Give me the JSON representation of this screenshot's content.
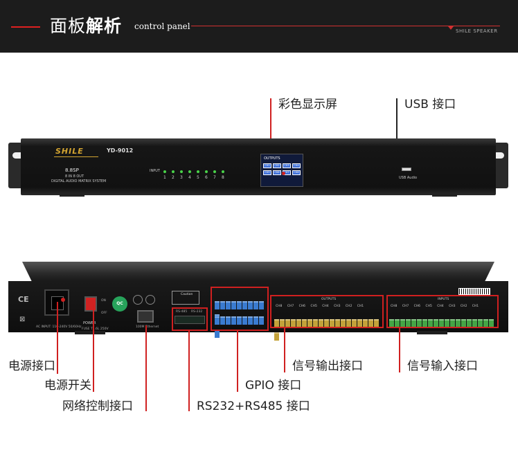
{
  "header": {
    "title_light": "面板",
    "title_bold": "解析",
    "subtitle": "control panel",
    "brand": "SHILE SPEAKER"
  },
  "front": {
    "logo": "SHILE",
    "model": "YD-9012",
    "product": "8.8SP",
    "product_sub": "8 IN 8 OUT",
    "product_desc": "DIGITAL AUDIO MATRIX SYSTEM",
    "input_label": "INPUT",
    "led_numbers": [
      "1",
      "2",
      "3",
      "4",
      "5",
      "6",
      "7",
      "8"
    ],
    "screen_title": "OUTPUTS",
    "screen_channels": [
      "CH1",
      "CH2",
      "CH3",
      "CH4",
      "CH5",
      "CH6",
      "CH7",
      "CH8"
    ],
    "usb_label": "USB Audio"
  },
  "rear": {
    "ce": "CE",
    "weee": "⊠",
    "power_label": "POWER",
    "switch_on": "ON",
    "switch_off": "OFF",
    "ac_spec": "AC INPUT: 110-240V 50/60Hz",
    "fuse_spec": "FUSE T1.6L 250V",
    "qc": "QC",
    "rj45_label": "100M Ethernet",
    "caution": "Caution",
    "serial_labels": [
      "RS-485",
      "RS-232"
    ],
    "outputs_label": "OUTPUTS",
    "inputs_label": "INPUTS",
    "out_channels": "CH8 CH7 CH6 CH5 CH4 CH3 CH2 CH1",
    "in_channels": "CH8 CH7 CH6 CH5 CH4 CH3 CH2 CH1"
  },
  "callouts": {
    "color_screen": "彩色显示屏",
    "usb_port": "USB 接口",
    "power_port": "电源接口",
    "power_switch": "电源开关",
    "network_port": "网络控制接口",
    "serial_port": "RS232+RS485 接口",
    "gpio_port": "GPIO 接口",
    "output_port": "信号输出接口",
    "input_port": "信号输入接口"
  },
  "colors": {
    "accent_red": "#d02020",
    "header_bg": "#1c1c1c",
    "logo_gold": "#d4a531",
    "led_green": "#49d449",
    "terminal_blue": "#3a7bd0",
    "terminal_yellow": "#c3a23a",
    "terminal_green": "#45a545"
  }
}
